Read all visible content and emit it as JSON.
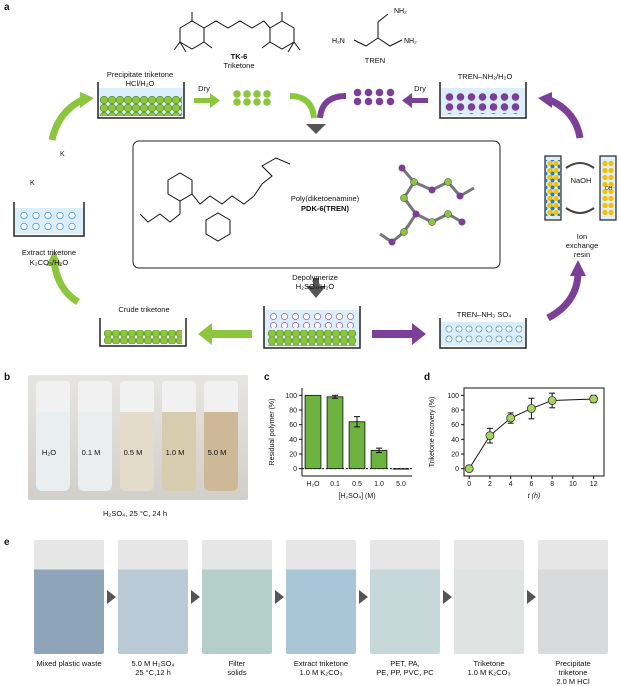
{
  "panels": {
    "a": "a",
    "b": "b",
    "c": "c",
    "d": "d",
    "e": "e"
  },
  "panel_a": {
    "tk6_name": "TK-6",
    "tk6_sub": "Triketone",
    "tren_name": "TREN",
    "precip_label_1": "Precipitate triketone",
    "precip_label_2": "HCl/H₂O",
    "dry_left": "Dry",
    "dry_right": "Dry",
    "tren_nh2_label": "TREN–NH₂/H₂O",
    "polymer_label_1": "Poly(diketoenamine)",
    "polymer_label_2": "PDK-6(TREN)",
    "naoh": "NaOH",
    "ion_exchange_1": "Ion",
    "ion_exchange_2": "exchange",
    "ion_exchange_3": "resin",
    "extract_label_1": "Extract triketone",
    "extract_label_2": "K₂CO₃/H₂O",
    "depoly_1": "Depolymerize",
    "depoly_2": "H₂SO₄/H₂O",
    "crude_label": "Crude triketone",
    "tren_nh3_label": "TREN–NH₃ SO₄",
    "k_label_1": "K",
    "k_label_2": "K",
    "oh_label": "OH⁻"
  },
  "panel_b": {
    "vial_labels": [
      "H₂O",
      "0.1 M",
      "0.5 M",
      "1.0 M",
      "5.0 M"
    ],
    "caption": "H₂SO₄, 25 °C, 24 h"
  },
  "chart_data": [
    {
      "type": "bar",
      "categories": [
        "H₂O",
        "0.1",
        "0.5",
        "1.0",
        "5.0"
      ],
      "values": [
        100,
        98,
        64,
        25,
        0
      ],
      "errors": [
        0,
        2,
        7,
        3,
        0
      ],
      "xlabel": "[H₂SO₄] (M)",
      "ylabel": "Residual polymer (%)",
      "ylim": [
        -10,
        110
      ],
      "yticks": [
        0,
        20,
        40,
        60,
        80,
        100
      ],
      "bar_color": "#6cb33f",
      "zero_line": "dashed"
    },
    {
      "type": "scatter",
      "x": [
        0,
        2,
        4,
        6,
        8,
        12
      ],
      "y": [
        0,
        45,
        69,
        82,
        93,
        95
      ],
      "errors": [
        0,
        10,
        7,
        14,
        10,
        5
      ],
      "xlabel": "t (h)",
      "ylabel": "Triketone recovery (%)",
      "xlim": [
        -0.5,
        13
      ],
      "ylim": [
        -10,
        110
      ],
      "xticks": [
        0,
        2,
        4,
        6,
        8,
        10,
        12
      ],
      "yticks": [
        0,
        20,
        40,
        60,
        80,
        100
      ],
      "marker_color": "#a4d65e"
    }
  ],
  "panel_e": {
    "steps": [
      {
        "l1": "Mixed plastic waste",
        "l2": "",
        "l3": ""
      },
      {
        "l1": "5.0 M H₂SO₄",
        "l2": "25 °C,12 h",
        "l3": ""
      },
      {
        "l1": "Filter",
        "l2": "solids",
        "l3": ""
      },
      {
        "l1": "Extract triketone",
        "l2": "1.0 M K₂CO₃",
        "l3": ""
      },
      {
        "l1": "PET, PA,",
        "l2": "PE, PP, PVC, PC",
        "l3": ""
      },
      {
        "l1": "Triketone",
        "l2": "1.0 M K₂CO₃",
        "l3": ""
      },
      {
        "l1": "Precipitate",
        "l2": "triketone",
        "l3": "2.0 M HCl"
      }
    ]
  },
  "colors": {
    "green": "#8cc63f",
    "purple": "#7b3f98",
    "arrow_dark": "#555555"
  }
}
